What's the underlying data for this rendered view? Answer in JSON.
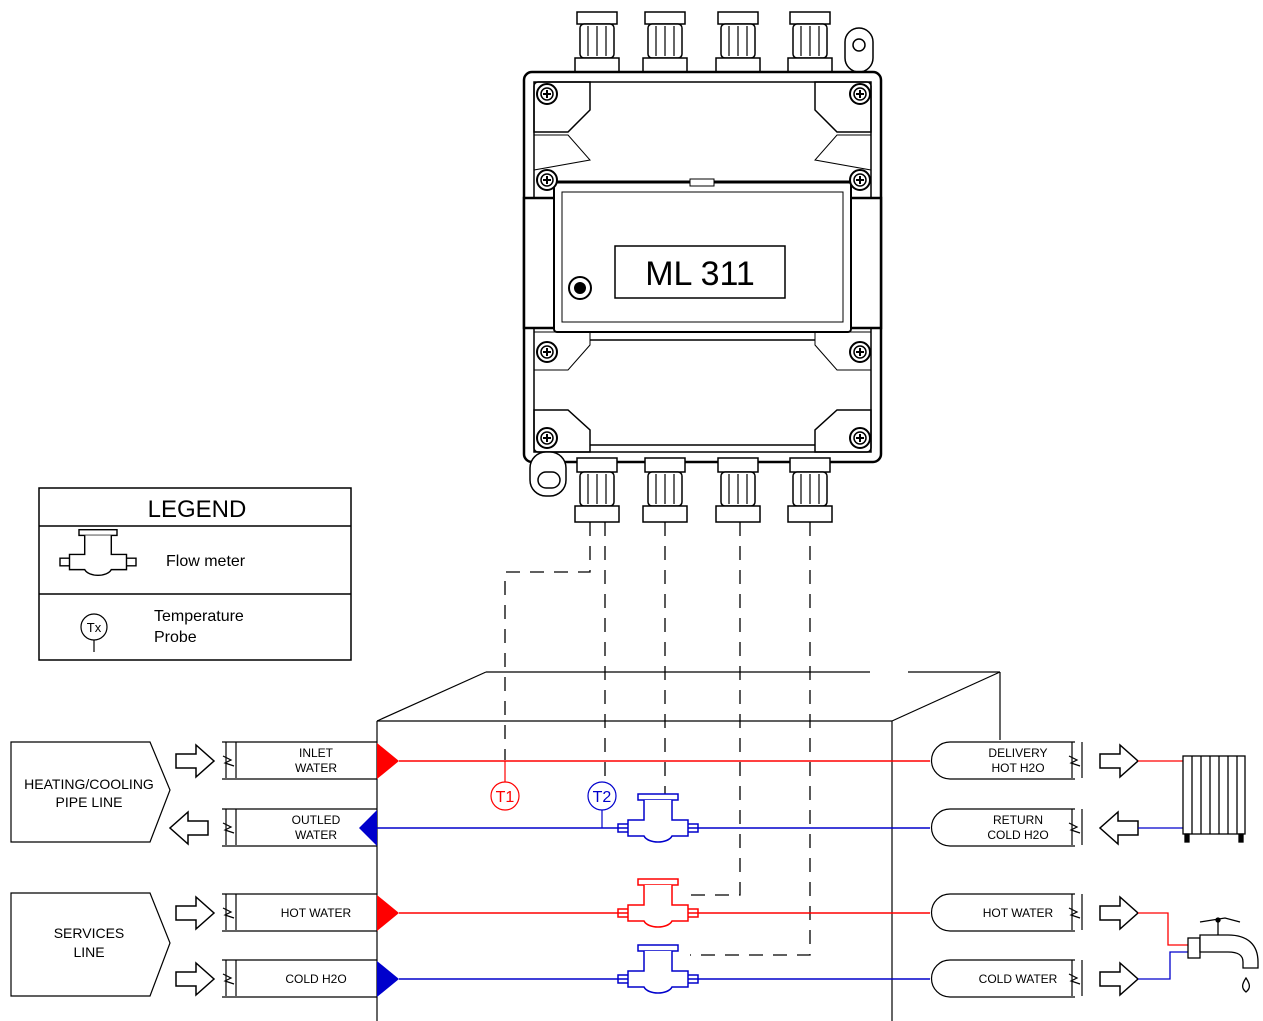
{
  "device": {
    "label": "ML 311"
  },
  "legend": {
    "title": "LEGEND",
    "flow_meter_label": "Flow meter",
    "probe_symbol_label": "Tx",
    "probe_label_line1": "Temperature",
    "probe_label_line2": "Probe"
  },
  "sources": {
    "heating_line1": "HEATING/COOLING",
    "heating_line2": "PIPE LINE",
    "services_line1": "SERVICES",
    "services_line2": "LINE"
  },
  "pipes_left": {
    "inlet_line1": "INLET",
    "inlet_line2": "WATER",
    "outled_line1": "OUTLED",
    "outled_line2": "WATER",
    "hot_water": "HOT WATER",
    "cold_h2o": "COLD H2O"
  },
  "pipes_right": {
    "delivery_line1": "DELIVERY",
    "delivery_line2": "HOT H2O",
    "return_line1": "RETURN",
    "return_line2": "COLD H2O",
    "hot_water": "HOT WATER",
    "cold_water": "COLD WATER"
  },
  "probes": {
    "t1": "T1",
    "t2": "T2"
  },
  "colors": {
    "hot": "#ff0000",
    "cold": "#0000cc",
    "line": "#000000"
  }
}
